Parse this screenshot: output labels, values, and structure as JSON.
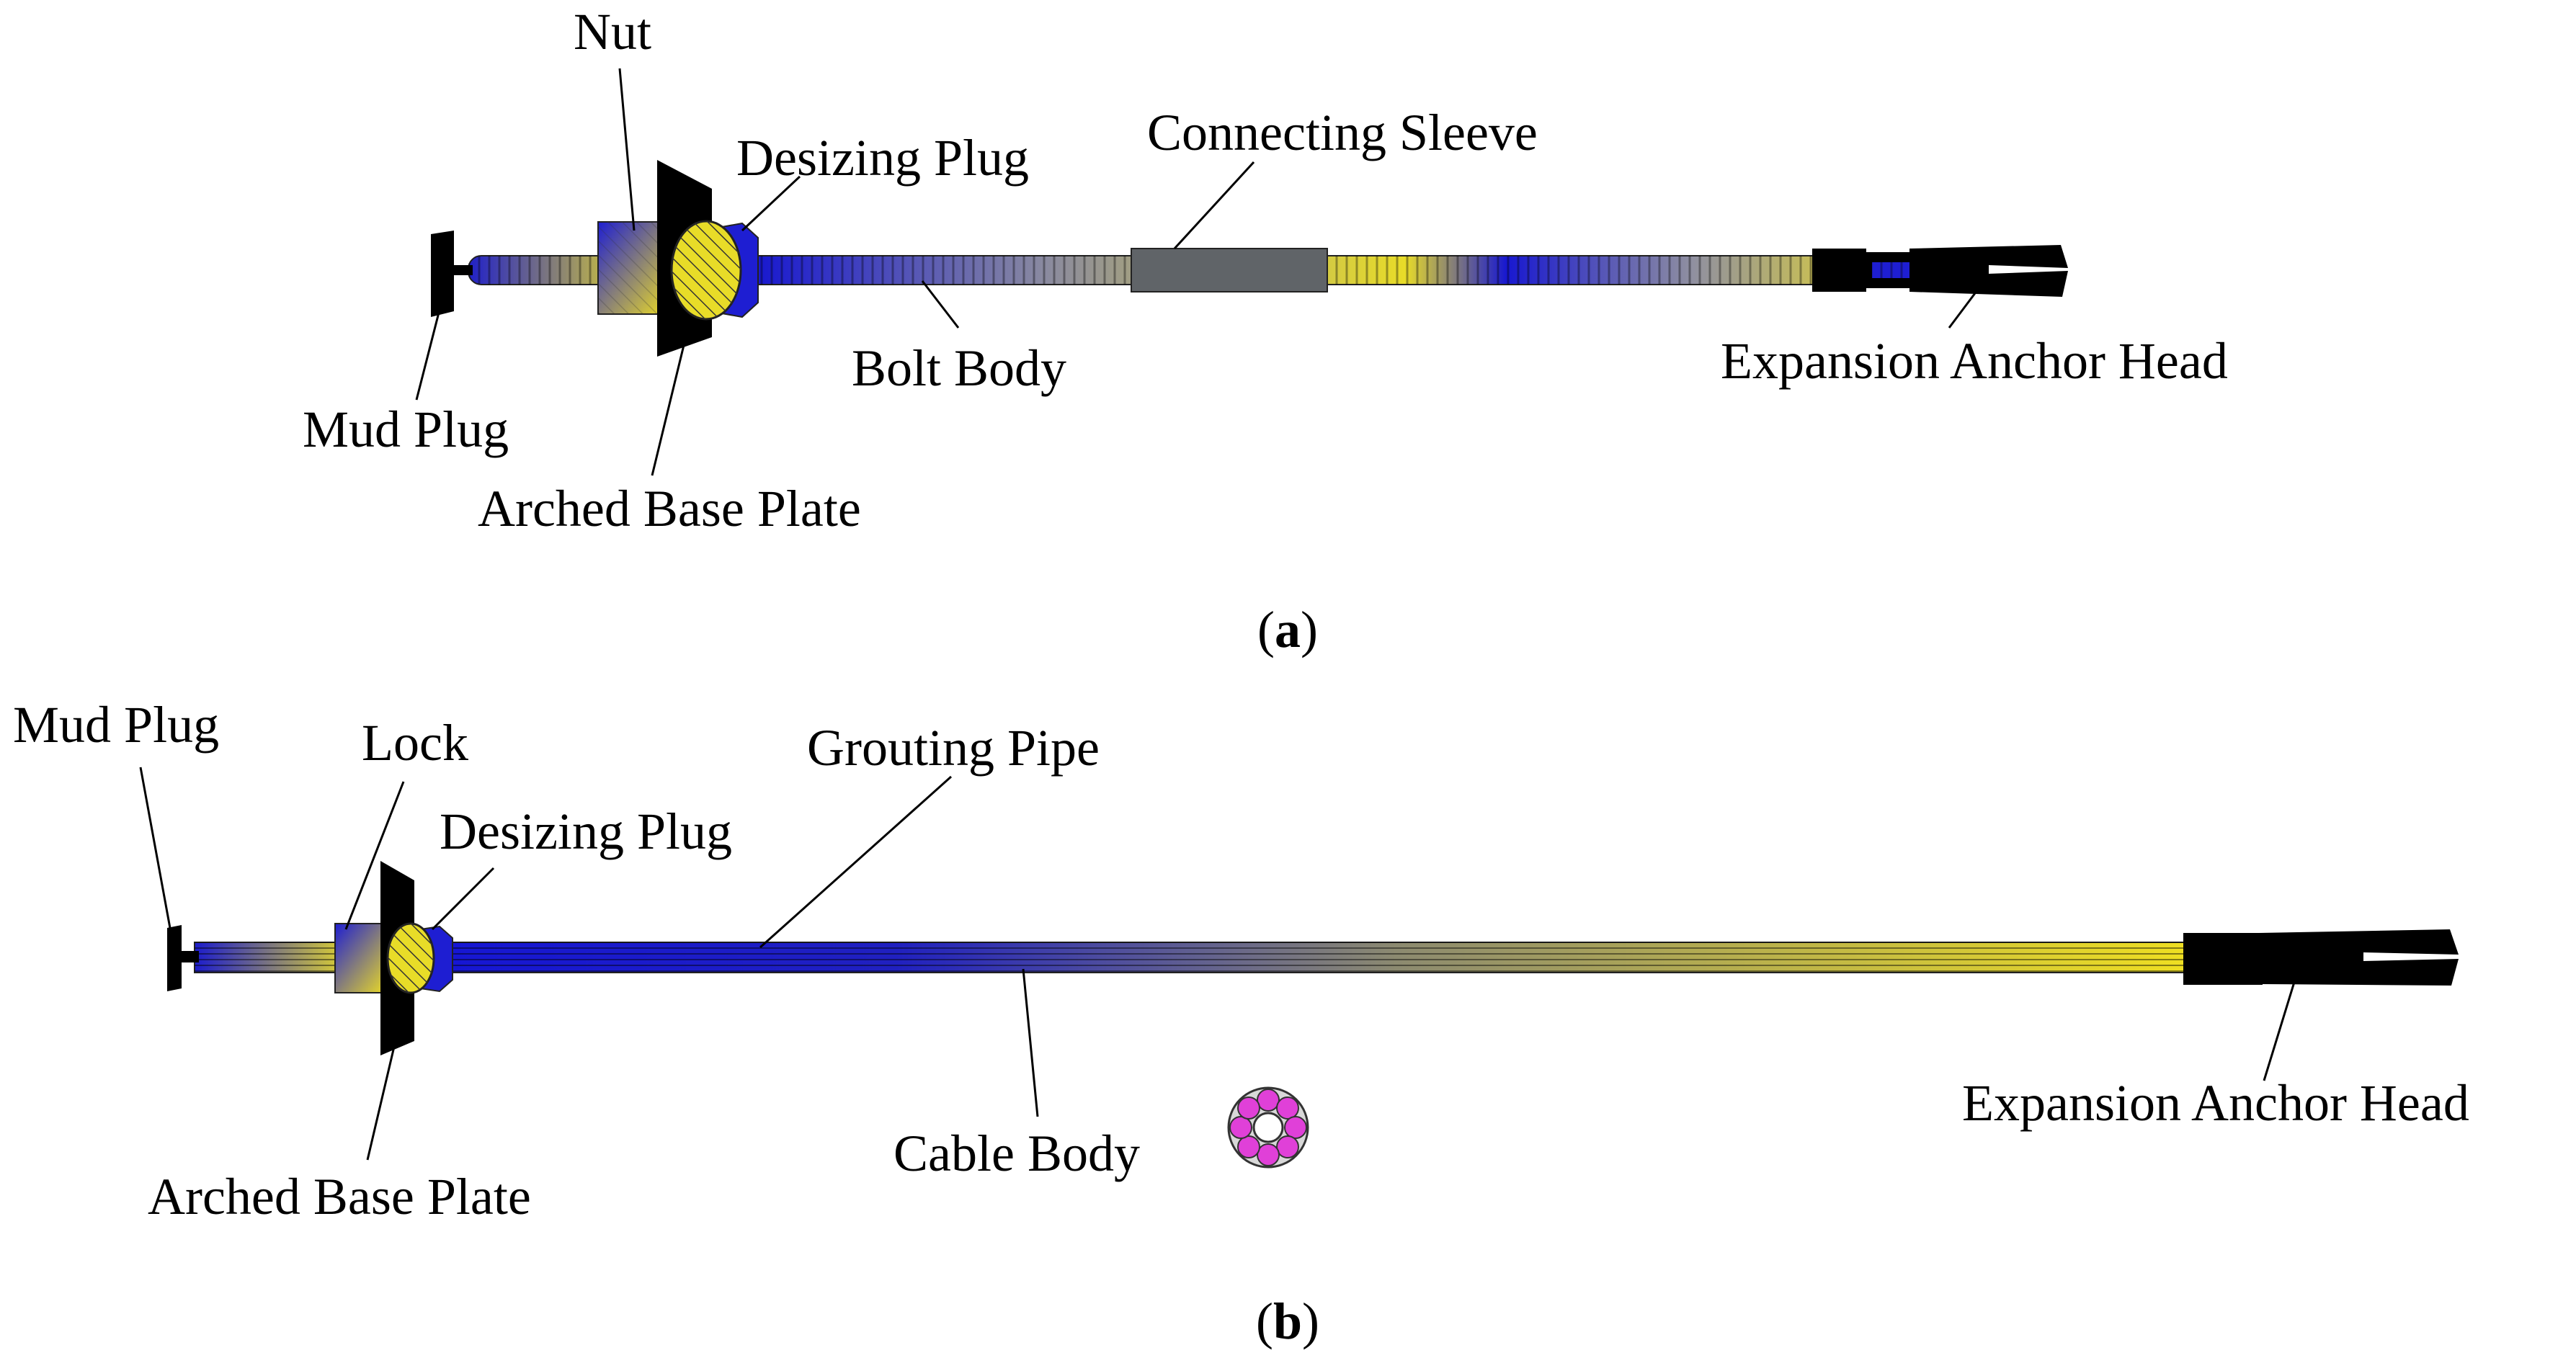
{
  "diagram_a": {
    "caption_open": "(",
    "caption_letter": "a",
    "caption_close": ")",
    "labels": {
      "nut": "Nut",
      "desizing_plug": "Desizing Plug",
      "connecting_sleeve": "Connecting Sleeve",
      "bolt_body": "Bolt Body",
      "expansion_anchor_head": "Expansion Anchor Head",
      "mud_plug": "Mud Plug",
      "arched_base_plate": "Arched Base Plate"
    }
  },
  "diagram_b": {
    "caption_open": "(",
    "caption_letter": "b",
    "caption_close": ")",
    "labels": {
      "mud_plug": "Mud Plug",
      "lock": "Lock",
      "grouting_pipe": "Grouting Pipe",
      "desizing_plug": "Desizing Plug",
      "cable_body": "Cable Body",
      "expansion_anchor_head": "Expansion Anchor Head",
      "arched_base_plate": "Arched Base Plate"
    }
  },
  "colors": {
    "blue": "#1e1ed2",
    "yellow": "#f0e020",
    "gray_body": "#808080",
    "sleeve": "#606468",
    "black": "#000000",
    "strand_magenta": "#e040d8"
  }
}
